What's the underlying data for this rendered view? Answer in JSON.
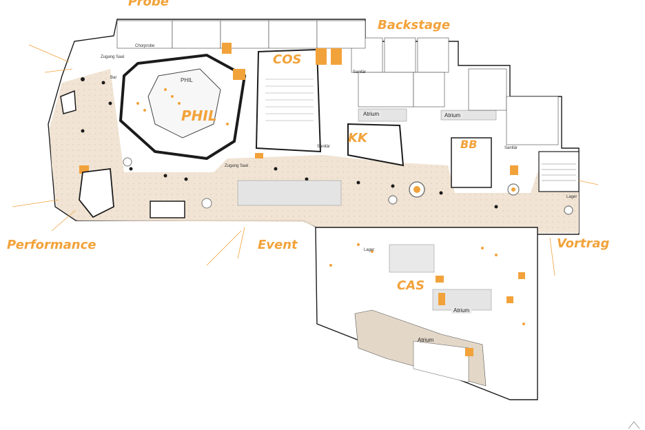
{
  "colors": {
    "accent": "#f2a23a",
    "wall": "#1b1b1b",
    "circulation": "#efe1cf",
    "atrium": "#e5e5e5",
    "furniture_grey": "#d9d9d9"
  },
  "zones": {
    "probe": "Probe",
    "backstage": "Backstage",
    "cos": "COS",
    "phil": "PHIL",
    "kk": "KK",
    "bb": "BB",
    "performance": "Performance",
    "event": "Event",
    "vortrag": "Vortrag",
    "cas": "CAS"
  },
  "rooms": {
    "atrium_1": "Atrium",
    "atrium_2": "Atrium",
    "atrium_3": "Atrium",
    "atrium_4": "Atrium",
    "phil_small": "PHIL"
  },
  "small_labels": {
    "zugang_saal_1": "Zugang Saal",
    "zugang_saal_2": "Zugang Saal",
    "bar": "Bar",
    "lager_1": "Lager",
    "lager_2": "Lager",
    "garderobe": "Chorprobe",
    "sanitaer_1": "Sanitär",
    "sanitaer_2": "Sanitär",
    "sanitaer_3": "Sanitär"
  },
  "icons": {
    "north_arrow": "north-arrow-icon"
  }
}
